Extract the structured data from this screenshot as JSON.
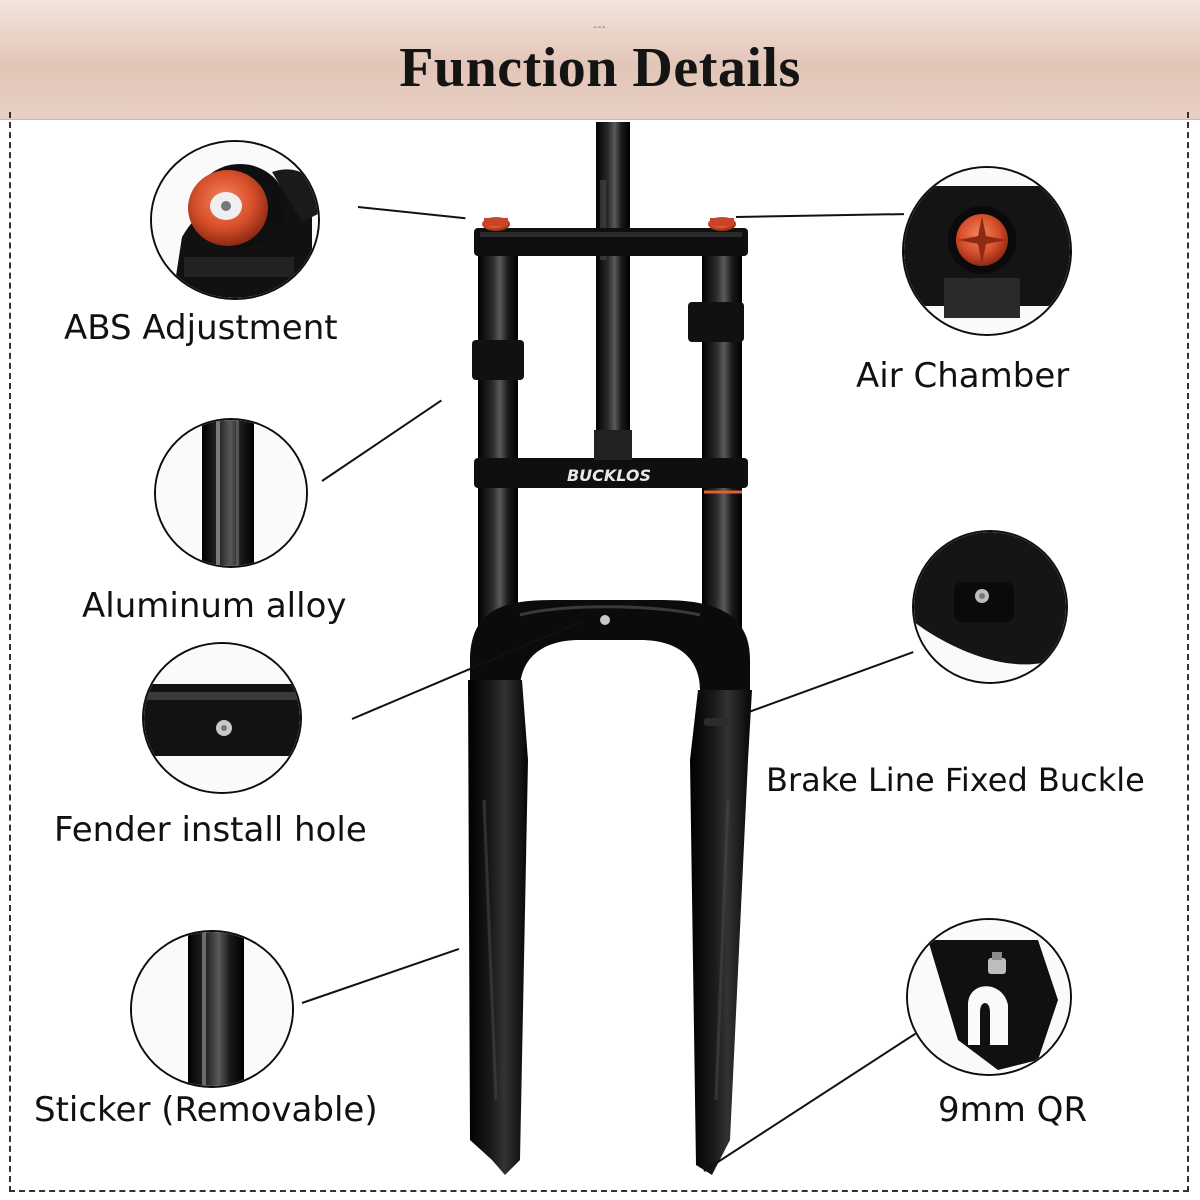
{
  "header": {
    "dots": "---",
    "title": "Function Details"
  },
  "fork": {
    "brand_text": "BUCKLOS"
  },
  "callouts": {
    "abs_adjustment": "ABS Adjustment",
    "air_chamber": "Air Chamber",
    "aluminum_alloy": "Aluminum alloy",
    "brake_line_fixed_buckle": "Brake Line Fixed Buckle",
    "fender_install_hole": "Fender install hole",
    "sticker_removable": "Sticker (Removable)",
    "qr_9mm": "9mm QR"
  },
  "colors": {
    "header_band": "#e2c5b7",
    "accent_orange": "#e35b37",
    "fork_black": "#0a0a0a"
  },
  "icons": {
    "abs": "abs-adjuster-icon",
    "air": "air-chamber-cap-icon",
    "alloy": "aluminum-tube-icon",
    "buckle": "brake-line-buckle-icon",
    "fender": "fender-hole-icon",
    "sticker": "sticker-tube-icon",
    "qr": "dropout-qr-icon"
  }
}
